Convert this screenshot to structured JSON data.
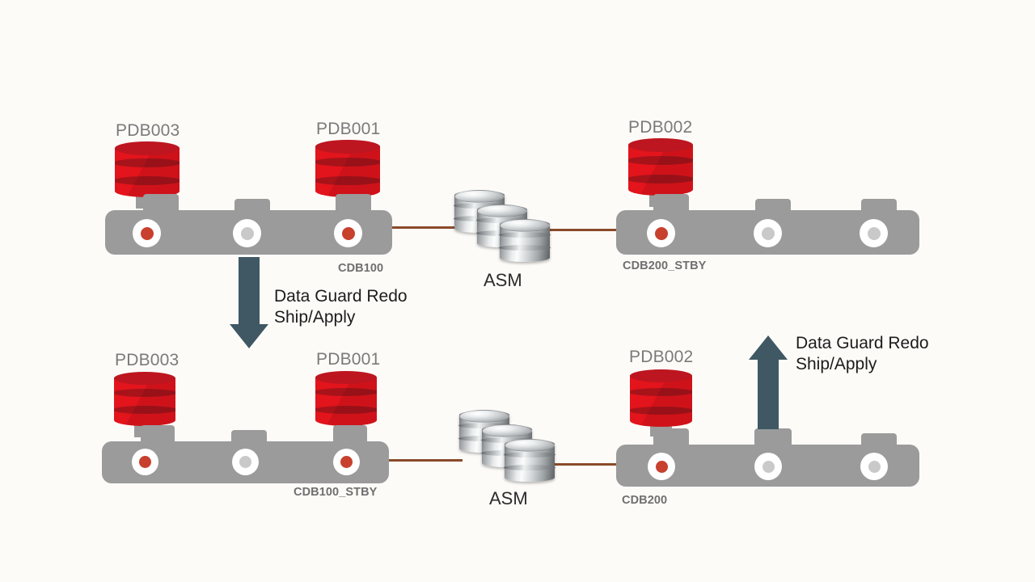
{
  "diagram": {
    "title": "Oracle Multitenant Data Guard switchover diagram",
    "background_color": "#fdfbf8",
    "accent_colors": {
      "database": "#e3141c",
      "server": "#9b9b9b",
      "arrow": "#3f5864",
      "link": "#8a4a2a",
      "storage": "#c5c9cb"
    }
  },
  "top_row": {
    "primary_cdb": {
      "name": "CDB100",
      "pdbs": [
        {
          "label": "PDB003",
          "state": "open"
        },
        {
          "label": "PDB001",
          "state": "open"
        }
      ],
      "ports": [
        "red",
        "grey",
        "red"
      ]
    },
    "storage": {
      "label": "ASM"
    },
    "standby_cdb": {
      "name": "CDB200_STBY",
      "pdbs": [
        {
          "label": "PDB002",
          "state": "open"
        }
      ],
      "ports": [
        "red",
        "grey",
        "grey"
      ]
    },
    "redo_arrow": {
      "label_line1": "Data Guard Redo",
      "label_line2": "Ship/Apply",
      "direction": "down"
    }
  },
  "bottom_row": {
    "standby_cdb": {
      "name": "CDB100_STBY",
      "pdbs": [
        {
          "label": "PDB003",
          "state": "open"
        },
        {
          "label": "PDB001",
          "state": "open"
        }
      ],
      "ports": [
        "red",
        "grey",
        "red"
      ]
    },
    "storage": {
      "label": "ASM"
    },
    "primary_cdb": {
      "name": "CDB200",
      "pdbs": [
        {
          "label": "PDB002",
          "state": "open"
        }
      ],
      "ports": [
        "red",
        "grey",
        "grey"
      ]
    },
    "redo_arrow": {
      "label_line1": "Data Guard Redo",
      "label_line2": "Ship/Apply",
      "direction": "up"
    }
  }
}
